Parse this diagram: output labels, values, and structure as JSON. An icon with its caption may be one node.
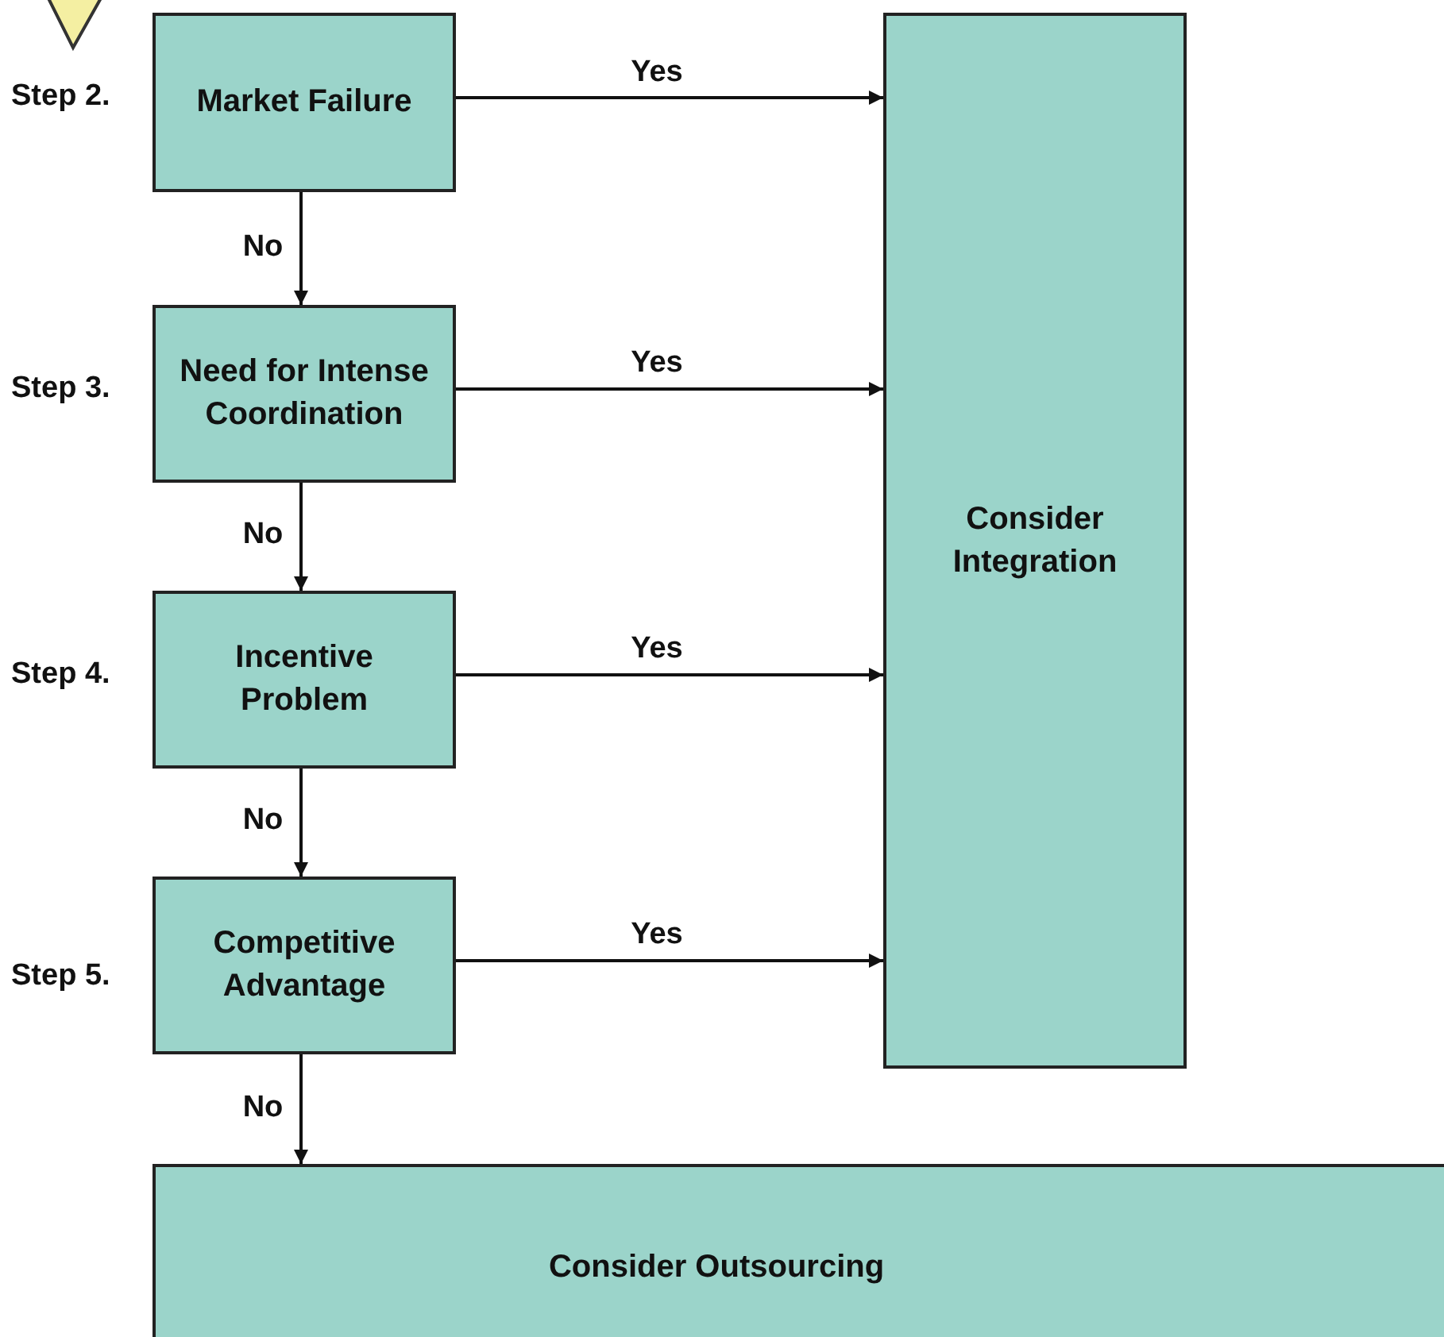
{
  "diagram": {
    "nodes": [
      {
        "text": [
          "Market Failure"
        ]
      },
      {
        "text": [
          "Consider Integration"
        ]
      },
      {
        "text": [
          "Need for Intense Coordination"
        ]
      },
      {
        "text": [
          "Incentive Problem"
        ]
      },
      {
        "text": [
          "Competitive Advantage"
        ]
      },
      {
        "text": [
          "Consider Outsourcing"
        ]
      }
    ],
    "edges": [
      {
        "from": 0,
        "to": 1,
        "arrow": "to",
        "label": "Yes"
      },
      {
        "from": 0,
        "to": 2,
        "arrow": "to",
        "label": "No"
      },
      {
        "from": 2,
        "to": 1,
        "arrow": "to",
        "label": "Yes"
      },
      {
        "from": 2,
        "to": 3,
        "arrow": "to",
        "label": "No"
      },
      {
        "from": 3,
        "to": 1,
        "arrow": "to",
        "label": "Yes"
      },
      {
        "from": 3,
        "to": 4,
        "arrow": "to",
        "label": "No"
      },
      {
        "from": 4,
        "to": 1,
        "arrow": "to",
        "label": "Yes"
      },
      {
        "from": 4,
        "to": 5,
        "arrow": "to",
        "label": "No"
      }
    ],
    "labels": [
      "Step 2.",
      "Step 3.",
      "Step 4.",
      "Step 5."
    ]
  }
}
